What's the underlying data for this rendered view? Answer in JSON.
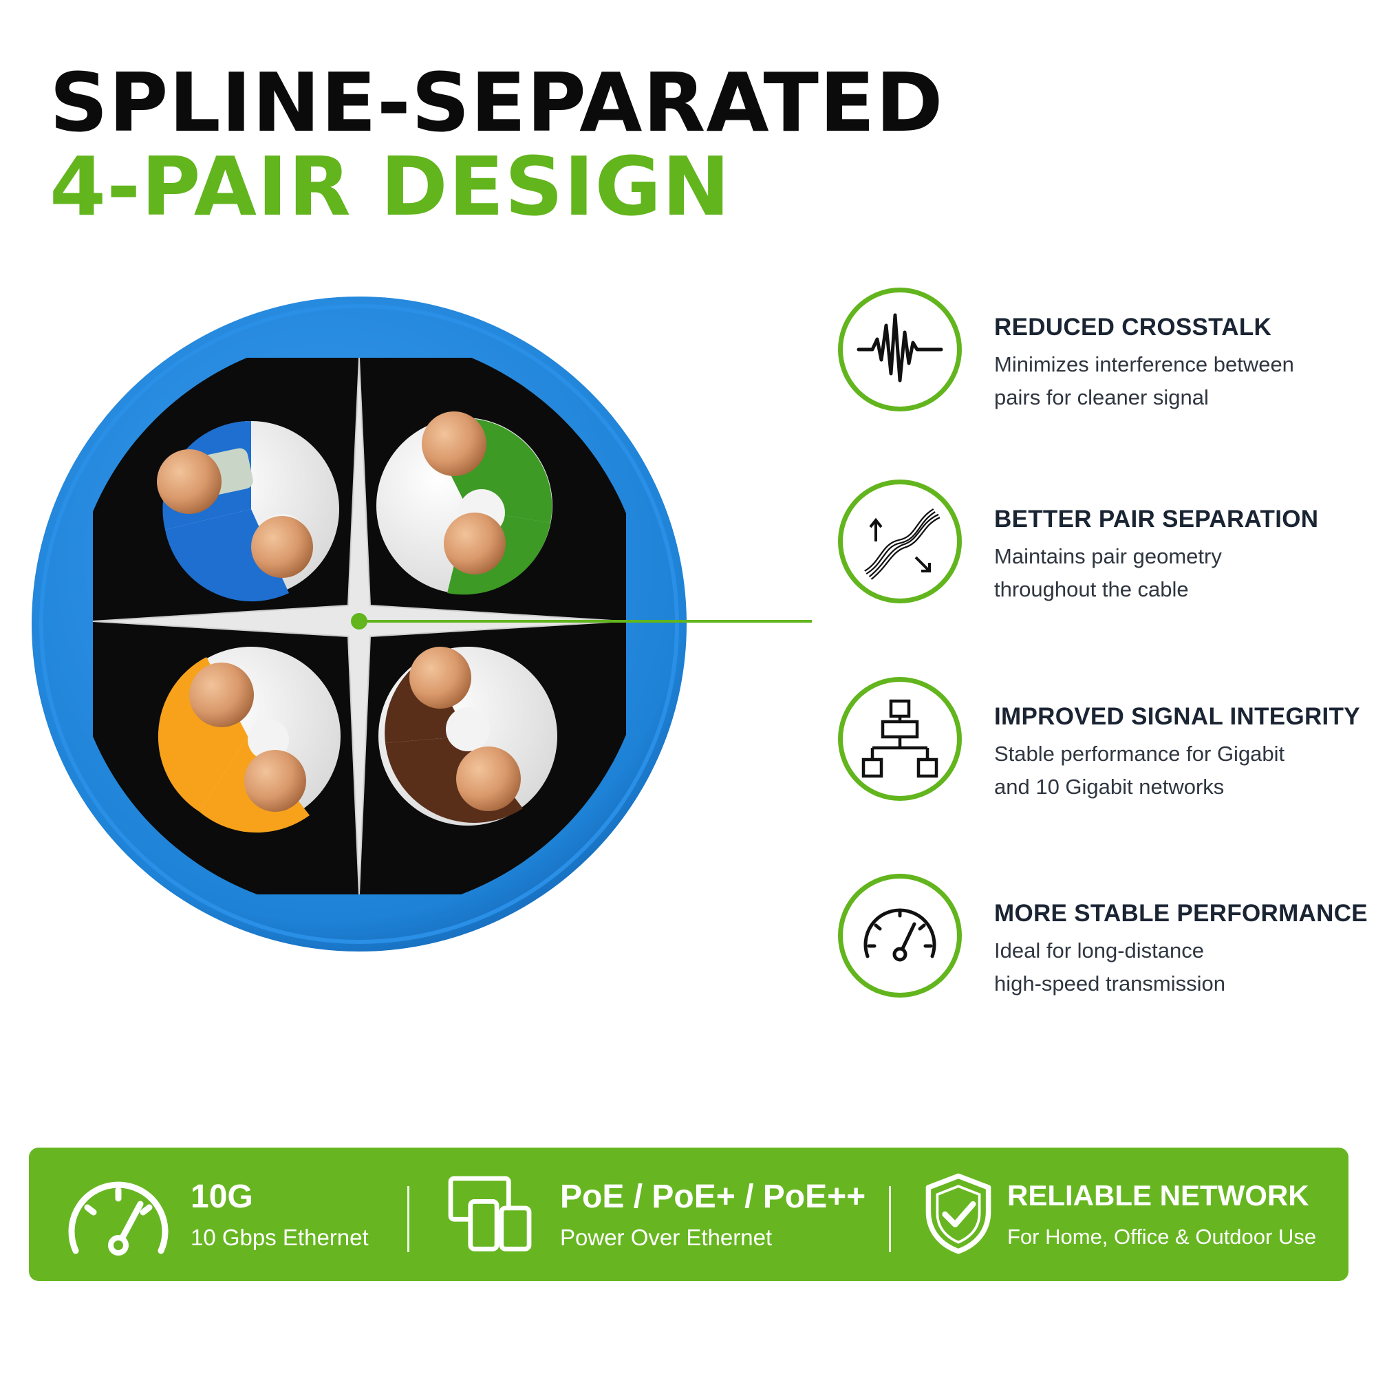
{
  "title": {
    "line1": "SPLINE-SEPARATED",
    "line2": "4-PAIR DESIGN"
  },
  "colors": {
    "accent_green": "#62b51d",
    "jacket_blue": "#1e82d6",
    "pair_blue": "#1e6fd0",
    "pair_green": "#3d9a25",
    "pair_orange": "#f7a21a",
    "pair_brown": "#5a2f1a",
    "copper": "#d9996b"
  },
  "features": [
    {
      "icon": "waveform-icon",
      "title": "REDUCED CROSSTALK",
      "desc_line1": "Minimizes interference between",
      "desc_line2": "pairs for cleaner signal"
    },
    {
      "icon": "twisted-pair-icon",
      "title": "BETTER PAIR SEPARATION",
      "desc_line1": "Maintains pair geometry",
      "desc_line2": "throughout the cable"
    },
    {
      "icon": "network-hierarchy-icon",
      "title": "IMPROVED SIGNAL INTEGRITY",
      "desc_line1": "Stable performance for Gigabit",
      "desc_line2": "and 10 Gigabit networks"
    },
    {
      "icon": "gauge-icon",
      "title": "MORE STABLE PERFORMANCE",
      "desc_line1": "Ideal for long-distance",
      "desc_line2": "high-speed transmission"
    }
  ],
  "banner": {
    "items": [
      {
        "icon": "speedometer-icon",
        "title": "10G",
        "sub": "10 Gbps Ethernet"
      },
      {
        "icon": "devices-icon",
        "title": "PoE / PoE+ / PoE++",
        "sub": "Power Over Ethernet"
      },
      {
        "icon": "shield-check-icon",
        "title": "RELIABLE NETWORK",
        "sub": "For Home, Office & Outdoor Use"
      }
    ]
  }
}
